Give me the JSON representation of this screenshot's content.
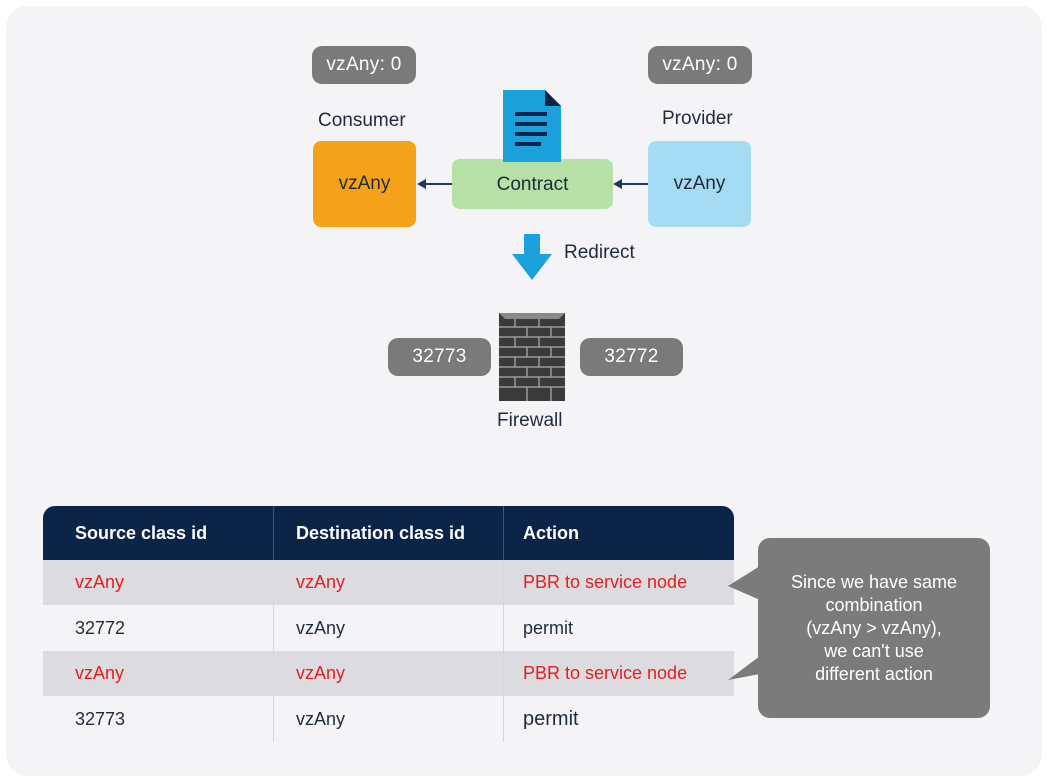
{
  "diagram": {
    "consumer": {
      "label": "Consumer",
      "box": "vzAny",
      "tag": "vzAny: 0"
    },
    "provider": {
      "label": "Provider",
      "box": "vzAny",
      "tag": "vzAny: 0"
    },
    "contract": {
      "label": "Contract"
    },
    "redirect": {
      "label": "Redirect"
    },
    "firewall": {
      "label": "Firewall",
      "left_tag": "32773",
      "right_tag": "32772"
    }
  },
  "table": {
    "headers": [
      "Source class id",
      "Destination class id",
      "Action"
    ],
    "rows": [
      {
        "source": "vzAny",
        "destination": "vzAny",
        "action": "PBR to service node",
        "highlight": true
      },
      {
        "source": "32772",
        "destination": "vzAny",
        "action": "permit",
        "highlight": false
      },
      {
        "source": "vzAny",
        "destination": "vzAny",
        "action": "PBR to service node",
        "highlight": true
      },
      {
        "source": "32773",
        "destination": "vzAny",
        "action": "permit",
        "highlight": false
      }
    ]
  },
  "callout": {
    "lines": [
      "Since we have same",
      "combination",
      "(vzAny > vzAny),",
      "we can't use",
      "different action"
    ]
  },
  "colors": {
    "consumer": "#f5a21b",
    "provider": "#a6dcf3",
    "contract": "#b6e0a6",
    "header": "#0c2448",
    "highlight_text": "#e02020",
    "arrow_blue": "#1ba1dc"
  }
}
